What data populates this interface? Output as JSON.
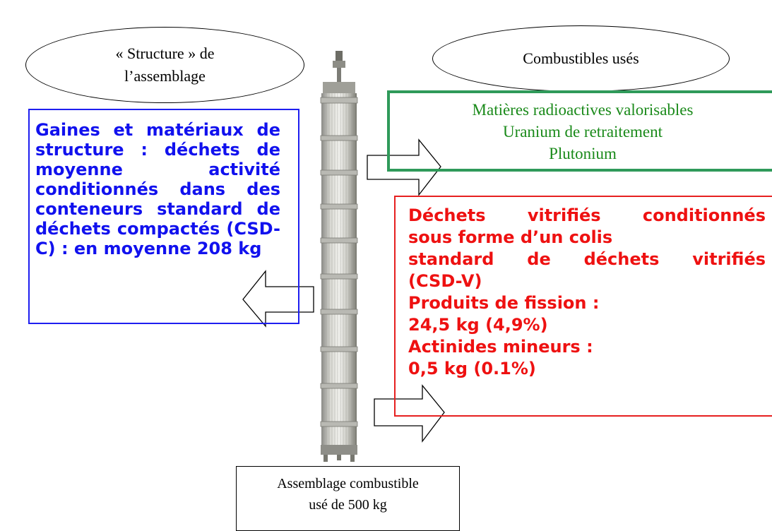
{
  "ellipses": {
    "structure": [
      "« Structure » de",
      "l’assemblage"
    ],
    "combustibles": "Combustibles usés"
  },
  "blue_box": {
    "text": "Gaines et matériaux de structure : déchets de moyenne activité conditionnés dans des conteneurs standard de déchets compactés (CSD-C) : en moyenne 208 kg"
  },
  "green_box": {
    "lines": [
      "Matières radioactives valorisables",
      "Uranium de retraitement",
      "Plutonium"
    ]
  },
  "red_box": {
    "lines": [
      "Déchets vitrifiés conditionnés",
      "sous forme d’un colis",
      "standard de déchets vitrifiés",
      "(CSD-V)",
      "Produits de fission :",
      "24,5 kg (4,9%)",
      "Actinides mineurs :",
      "0,5 kg (0.1%)"
    ]
  },
  "bottom_box": {
    "lines": [
      "Assemblage combustible",
      "usé de 500 kg"
    ]
  },
  "colors": {
    "blue": "#1111ee",
    "green": "#1a8a1a",
    "red": "#ee1111"
  }
}
